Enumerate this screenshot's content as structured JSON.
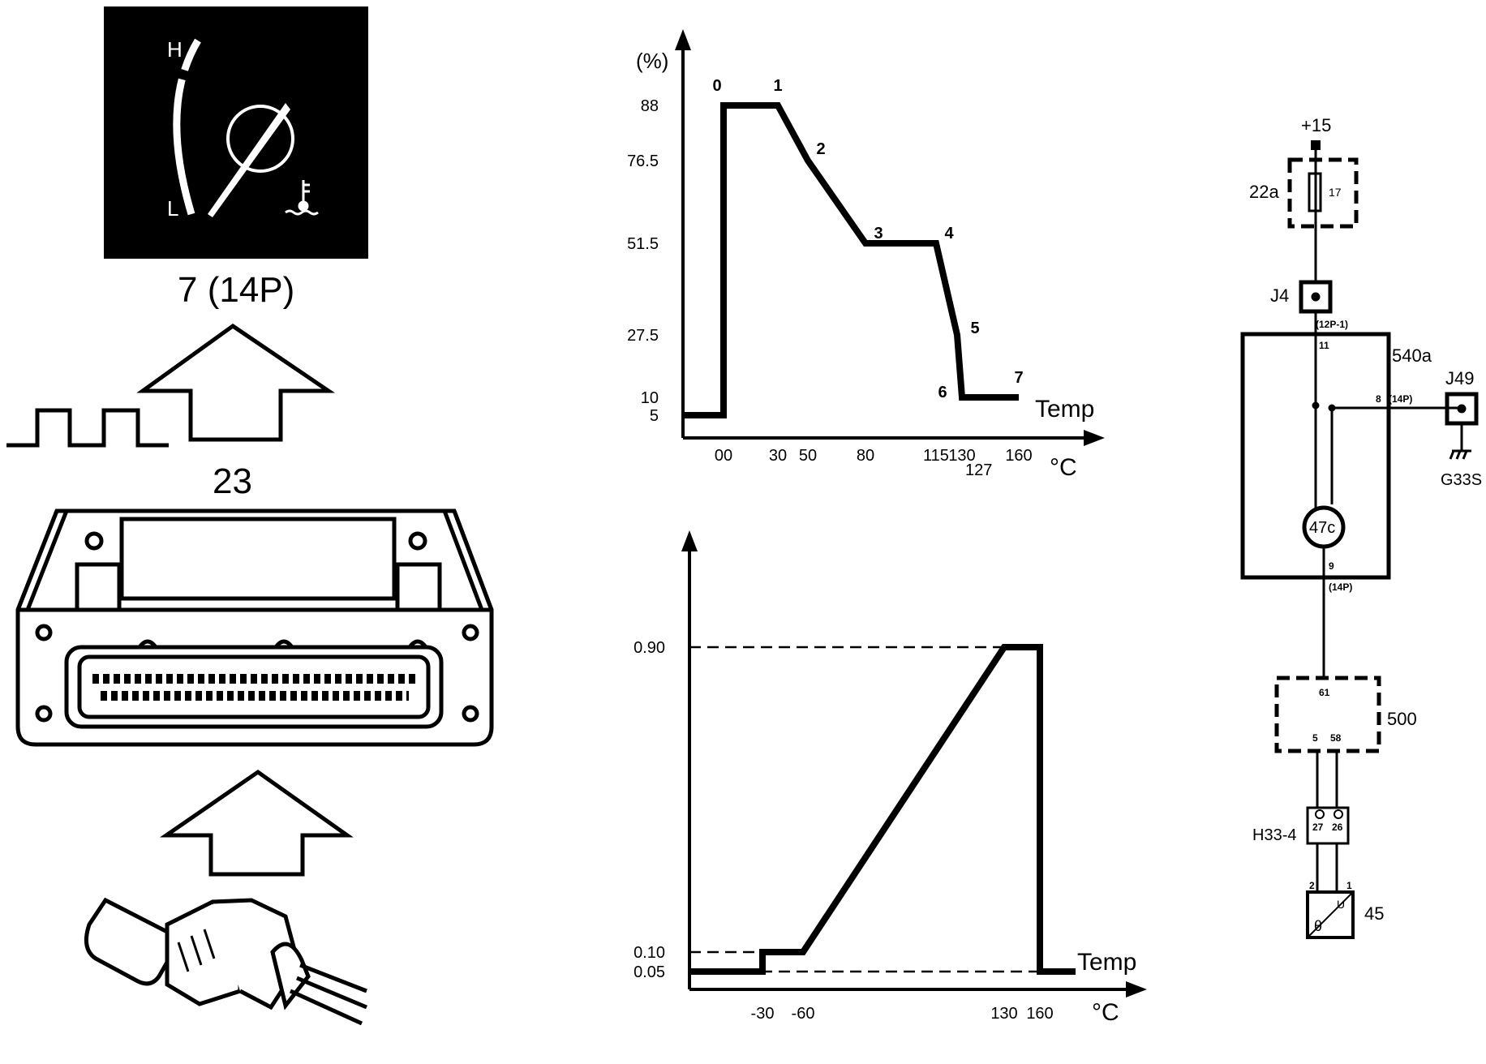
{
  "gauge": {
    "label": "7 (14P)",
    "high": "H",
    "low": "L"
  },
  "ecu": {
    "label": "23"
  },
  "top_chart": {
    "y_unit": "(%)",
    "x_label": "Temp",
    "x_unit": "°C",
    "y_ticks": [
      "88",
      "76.5",
      "51.5",
      "27.5",
      "10",
      "5"
    ],
    "x_ticks": [
      "00",
      "30",
      "50",
      "80",
      "115",
      "130",
      "160"
    ],
    "x_tick_extra": "127",
    "points": [
      "0",
      "1",
      "2",
      "3",
      "4",
      "5",
      "6",
      "7"
    ]
  },
  "bottom_chart": {
    "x_label": "Temp",
    "x_unit": "°C",
    "y_ticks": [
      "0.90",
      "0.10",
      "0.05"
    ],
    "x_ticks": [
      "-30",
      "-60",
      "130",
      "160"
    ]
  },
  "chart_data": [
    {
      "type": "line",
      "ylabel": "(%)",
      "xlabel": "Temp",
      "x_unit": "°C",
      "point_labels": [
        "0",
        "1",
        "2",
        "3",
        "4",
        "5",
        "6",
        "7"
      ],
      "x": [
        0,
        30,
        50,
        80,
        115,
        127,
        130,
        160
      ],
      "y": [
        88,
        88,
        76.5,
        51.5,
        51.5,
        27.5,
        10,
        10
      ],
      "below_zero_value": 5
    },
    {
      "type": "line",
      "xlabel": "Temp",
      "x_unit": "°C",
      "x": [
        -30,
        -60,
        130,
        160
      ],
      "y": [
        0.1,
        0.1,
        0.9,
        0.9
      ],
      "min_value": 0.05,
      "after_160_value": 0.05,
      "reference_lines": [
        0.9,
        0.1,
        0.05
      ]
    }
  ],
  "wiring": {
    "supply": "+15",
    "fuse_box": "22a",
    "fuse": "17",
    "connector_j4": "J4",
    "pin_12p1": "(12P-1)",
    "pin_11": "11",
    "cluster": "540a",
    "pin_8": "8",
    "pin_14p_a": "(14P)",
    "connector_j49": "J49",
    "ground": "G33S",
    "gauge_ref": "47c",
    "pin_9": "9",
    "pin_14p_b": "(14P)",
    "pin_61": "61",
    "ecu_ref": "500",
    "pin_5": "5",
    "pin_58": "58",
    "connector_h33": "H33-4",
    "pin_27": "27",
    "pin_26": "26",
    "pin_2": "2",
    "pin_1": "1",
    "sensor_ref": "45",
    "sensor_theta": "θ",
    "sensor_u": "U"
  }
}
